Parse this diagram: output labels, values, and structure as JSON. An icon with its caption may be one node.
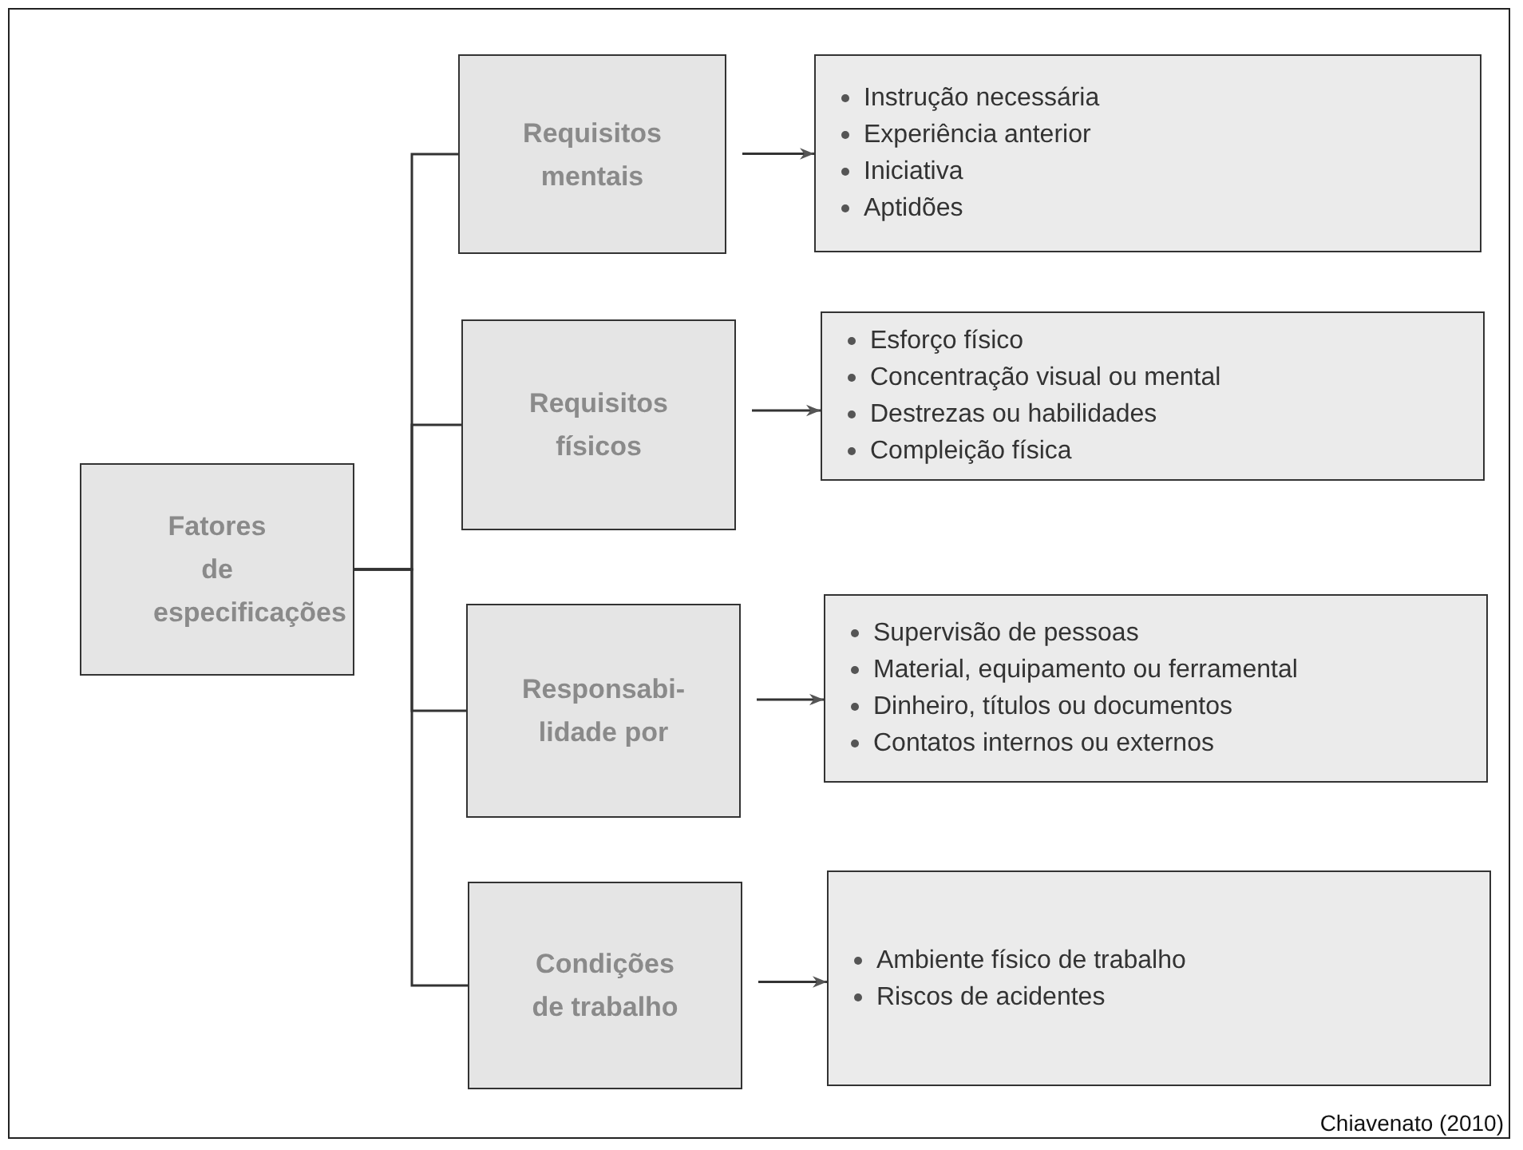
{
  "diagram": {
    "caption": "Chiavenato (2010)",
    "nodes": [
      {
        "text": [
          "Fatores de especificações"
        ]
      },
      {
        "text": [
          "Requisitos mentais"
        ]
      },
      {
        "text": [
          "Requisitos físicos"
        ]
      },
      {
        "text": [
          "Responsabi- lidade por"
        ]
      },
      {
        "text": [
          "Condições de trabalho"
        ]
      },
      {
        "text": [
          "Instrução necessária",
          "Experiência anterior",
          "Iniciativa",
          "Aptidões"
        ]
      },
      {
        "text": [
          "Esforço físico",
          "Concentração visual ou mental",
          "Destrezas ou habilidades",
          "Compleição física"
        ]
      },
      {
        "text": [
          "Supervisão de pessoas",
          "Material, equipamento ou ferramental",
          "Dinheiro, títulos ou documentos",
          "Contatos internos ou externos"
        ]
      },
      {
        "text": [
          "Ambiente físico de trabalho",
          "Riscos de acidentes"
        ]
      }
    ],
    "edges": [
      {
        "from": 0,
        "to": 1,
        "arrow": "none"
      },
      {
        "from": 0,
        "to": 2,
        "arrow": "none"
      },
      {
        "from": 0,
        "to": 3,
        "arrow": "none"
      },
      {
        "from": 0,
        "to": 4,
        "arrow": "none"
      },
      {
        "from": 1,
        "to": 5,
        "arrow": "to"
      },
      {
        "from": 2,
        "to": 6,
        "arrow": "to"
      },
      {
        "from": 3,
        "to": 7,
        "arrow": "to"
      },
      {
        "from": 4,
        "to": 8,
        "arrow": "to"
      }
    ]
  }
}
